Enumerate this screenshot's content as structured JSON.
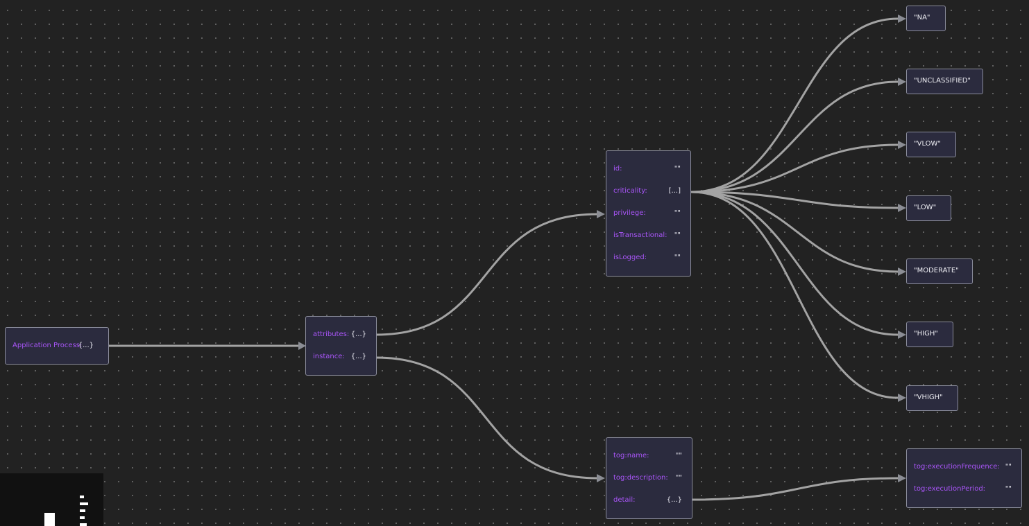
{
  "nodes": {
    "root": {
      "key": "Application Process:",
      "val": "{...}"
    },
    "process": {
      "rows": [
        {
          "key": "attributes:",
          "val": "{...}"
        },
        {
          "key": "instance:",
          "val": "{...}"
        }
      ]
    },
    "attributes": {
      "rows": [
        {
          "key": "id:",
          "val": "\"\""
        },
        {
          "key": "criticality:",
          "val": "[...]"
        },
        {
          "key": "privilege:",
          "val": "\"\""
        },
        {
          "key": "isTransactional:",
          "val": "\"\""
        },
        {
          "key": "isLogged:",
          "val": "\"\""
        }
      ]
    },
    "instance": {
      "rows": [
        {
          "key": "tog:name:",
          "val": "\"\""
        },
        {
          "key": "tog:description:",
          "val": "\"\""
        },
        {
          "key": "detail:",
          "val": "{...}"
        }
      ]
    },
    "detail": {
      "rows": [
        {
          "key": "tog:executionFrequence:",
          "val": "\"\""
        },
        {
          "key": "tog:executionPeriod:",
          "val": "\"\""
        }
      ]
    },
    "criticality_values": [
      "\"NA\"",
      "\"UNCLASSIFIED\"",
      "\"VLOW\"",
      "\"LOW\"",
      "\"MODERATE\"",
      "\"HIGH\"",
      "\"VHIGH\""
    ]
  },
  "colors": {
    "background": "#222222",
    "node_fill": "#2b2b3e",
    "node_border": "#8b8d9c",
    "key_text": "#a855f7",
    "value_text": "#ececf4",
    "edge": "#a3a3a3"
  }
}
